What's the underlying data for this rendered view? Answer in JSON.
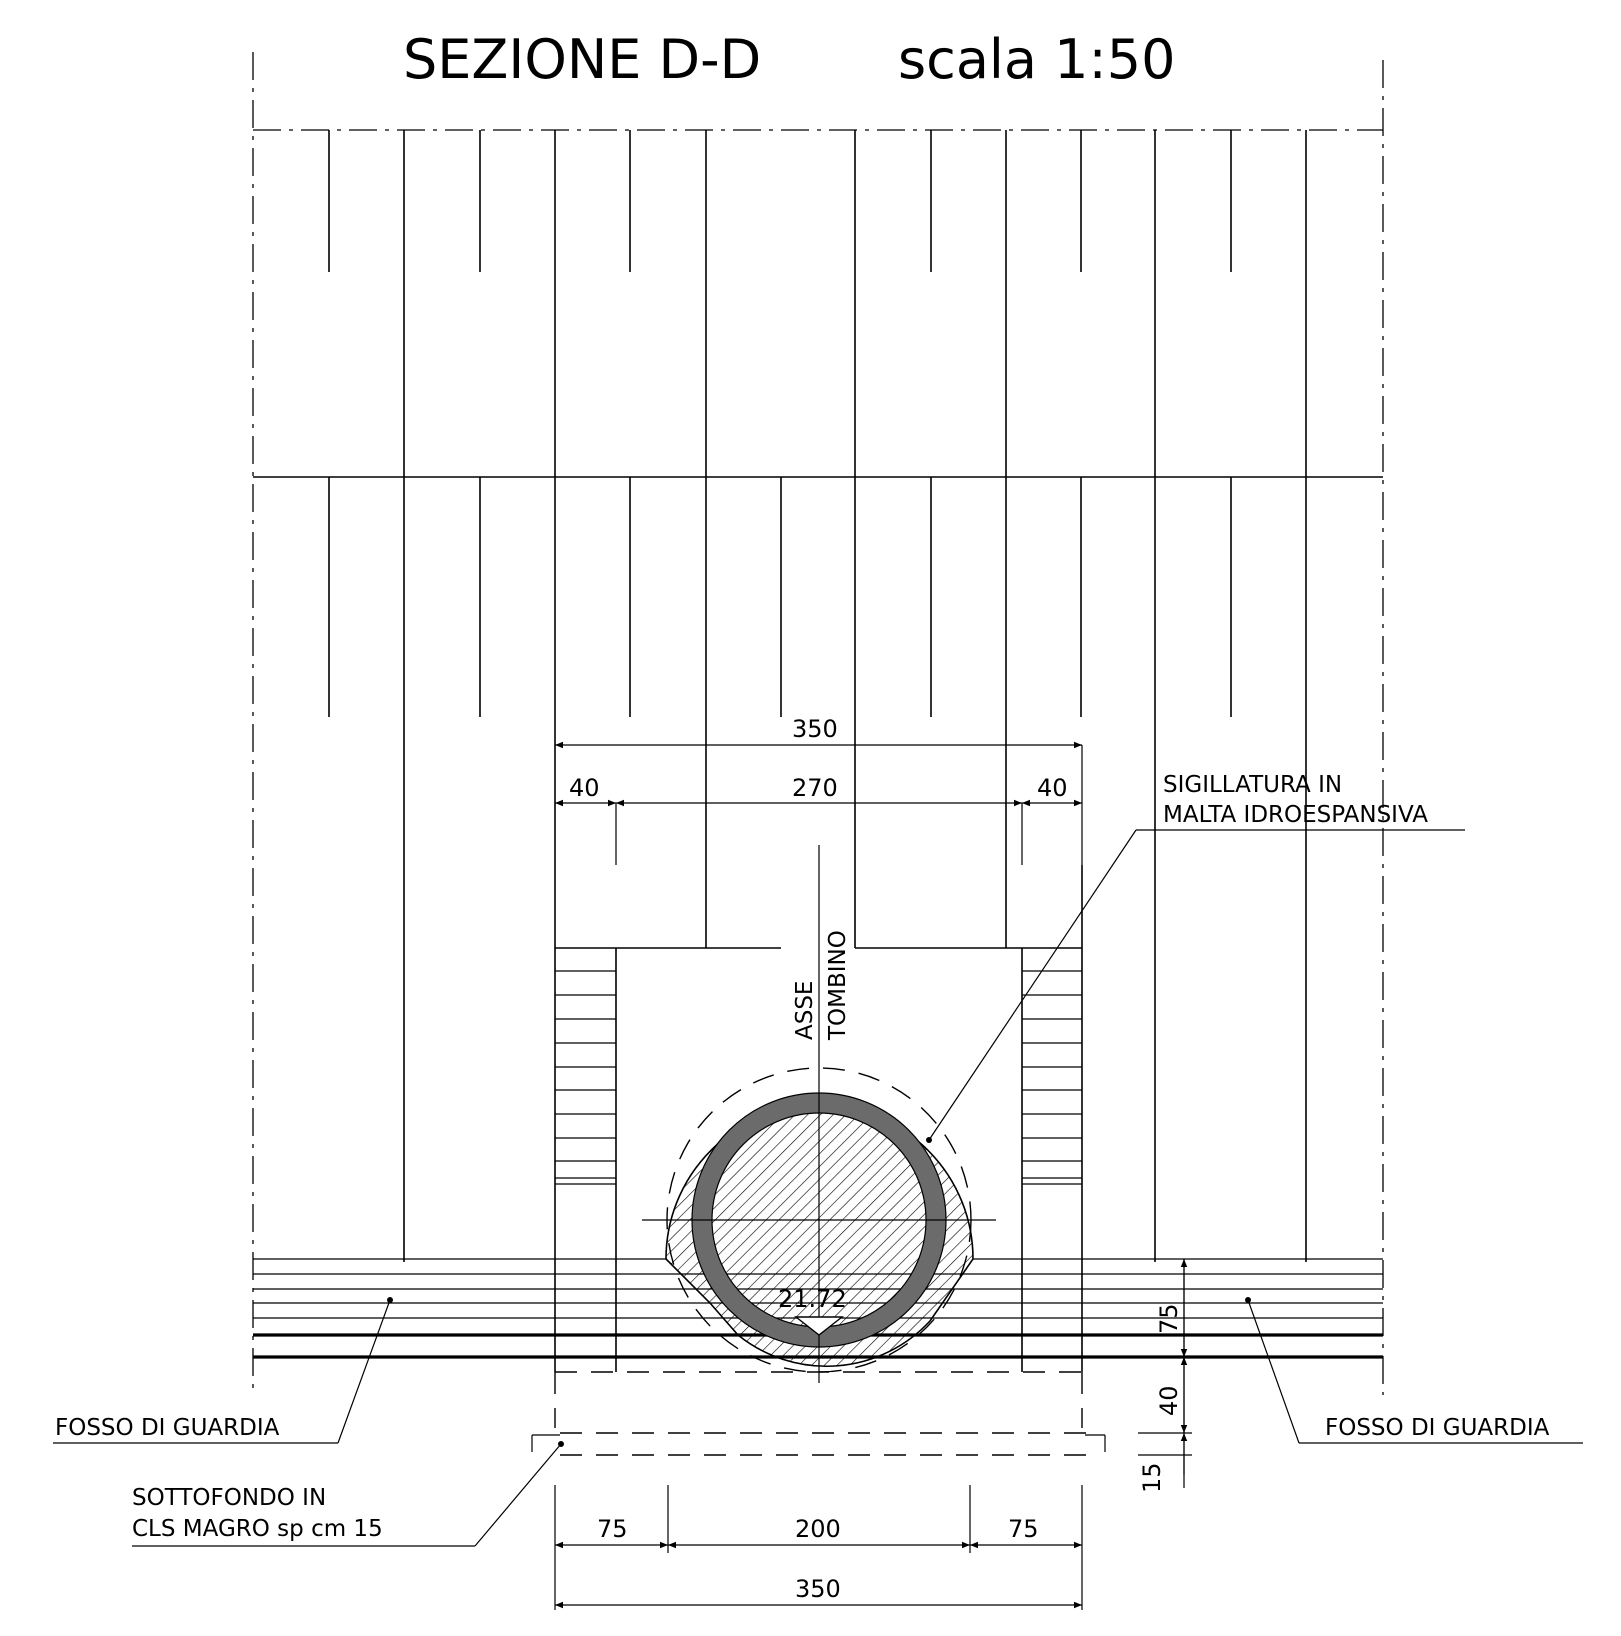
{
  "title": "SEZIONE D-D",
  "scale": "scala 1:50",
  "axis_label": {
    "line1": "ASSE",
    "line2": "TOMBINO"
  },
  "labels": {
    "sealing_line1": "SIGILLATURA IN",
    "sealing_line2": "MALTA IDROESPANSIVA",
    "ditch_left": "FOSSO DI GUARDIA",
    "ditch_right": "FOSSO DI GUARDIA",
    "base_line1": "SOTTOFONDO IN",
    "base_line2": "CLS MAGRO sp cm 15"
  },
  "elevation": "21.72",
  "dimensions": {
    "top_total": "350",
    "top_left": "40",
    "top_mid": "270",
    "top_right": "40",
    "side_75": "75",
    "side_40": "40",
    "side_15": "15",
    "bottom_left": "75",
    "bottom_mid": "200",
    "bottom_right": "75",
    "bottom_total": "350"
  }
}
